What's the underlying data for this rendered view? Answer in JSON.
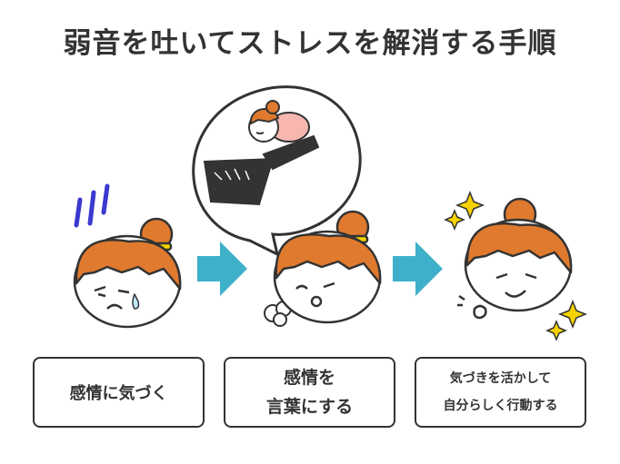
{
  "title": "弱音を吐いてストレスを解消する手順",
  "steps": [
    {
      "lines": [
        "感情に気づく"
      ]
    },
    {
      "lines": [
        "感情を",
        "言葉にする"
      ]
    },
    {
      "lines": [
        "気づきを活かして",
        "自分らしく行動する"
      ]
    }
  ],
  "colors": {
    "hair": "#e07a2e",
    "arrow": "#3fb0c9",
    "text": "#333333",
    "bun_band": "#f5d300",
    "stress_lines": "#3a3ad0",
    "sparkle": "#f5d300",
    "clothes": "#f7b7b0"
  },
  "icons": [
    "stress-lines-icon",
    "arrow-right-icon",
    "speech-bubble-icon",
    "sparkle-icon",
    "sigh-puff-icon"
  ]
}
